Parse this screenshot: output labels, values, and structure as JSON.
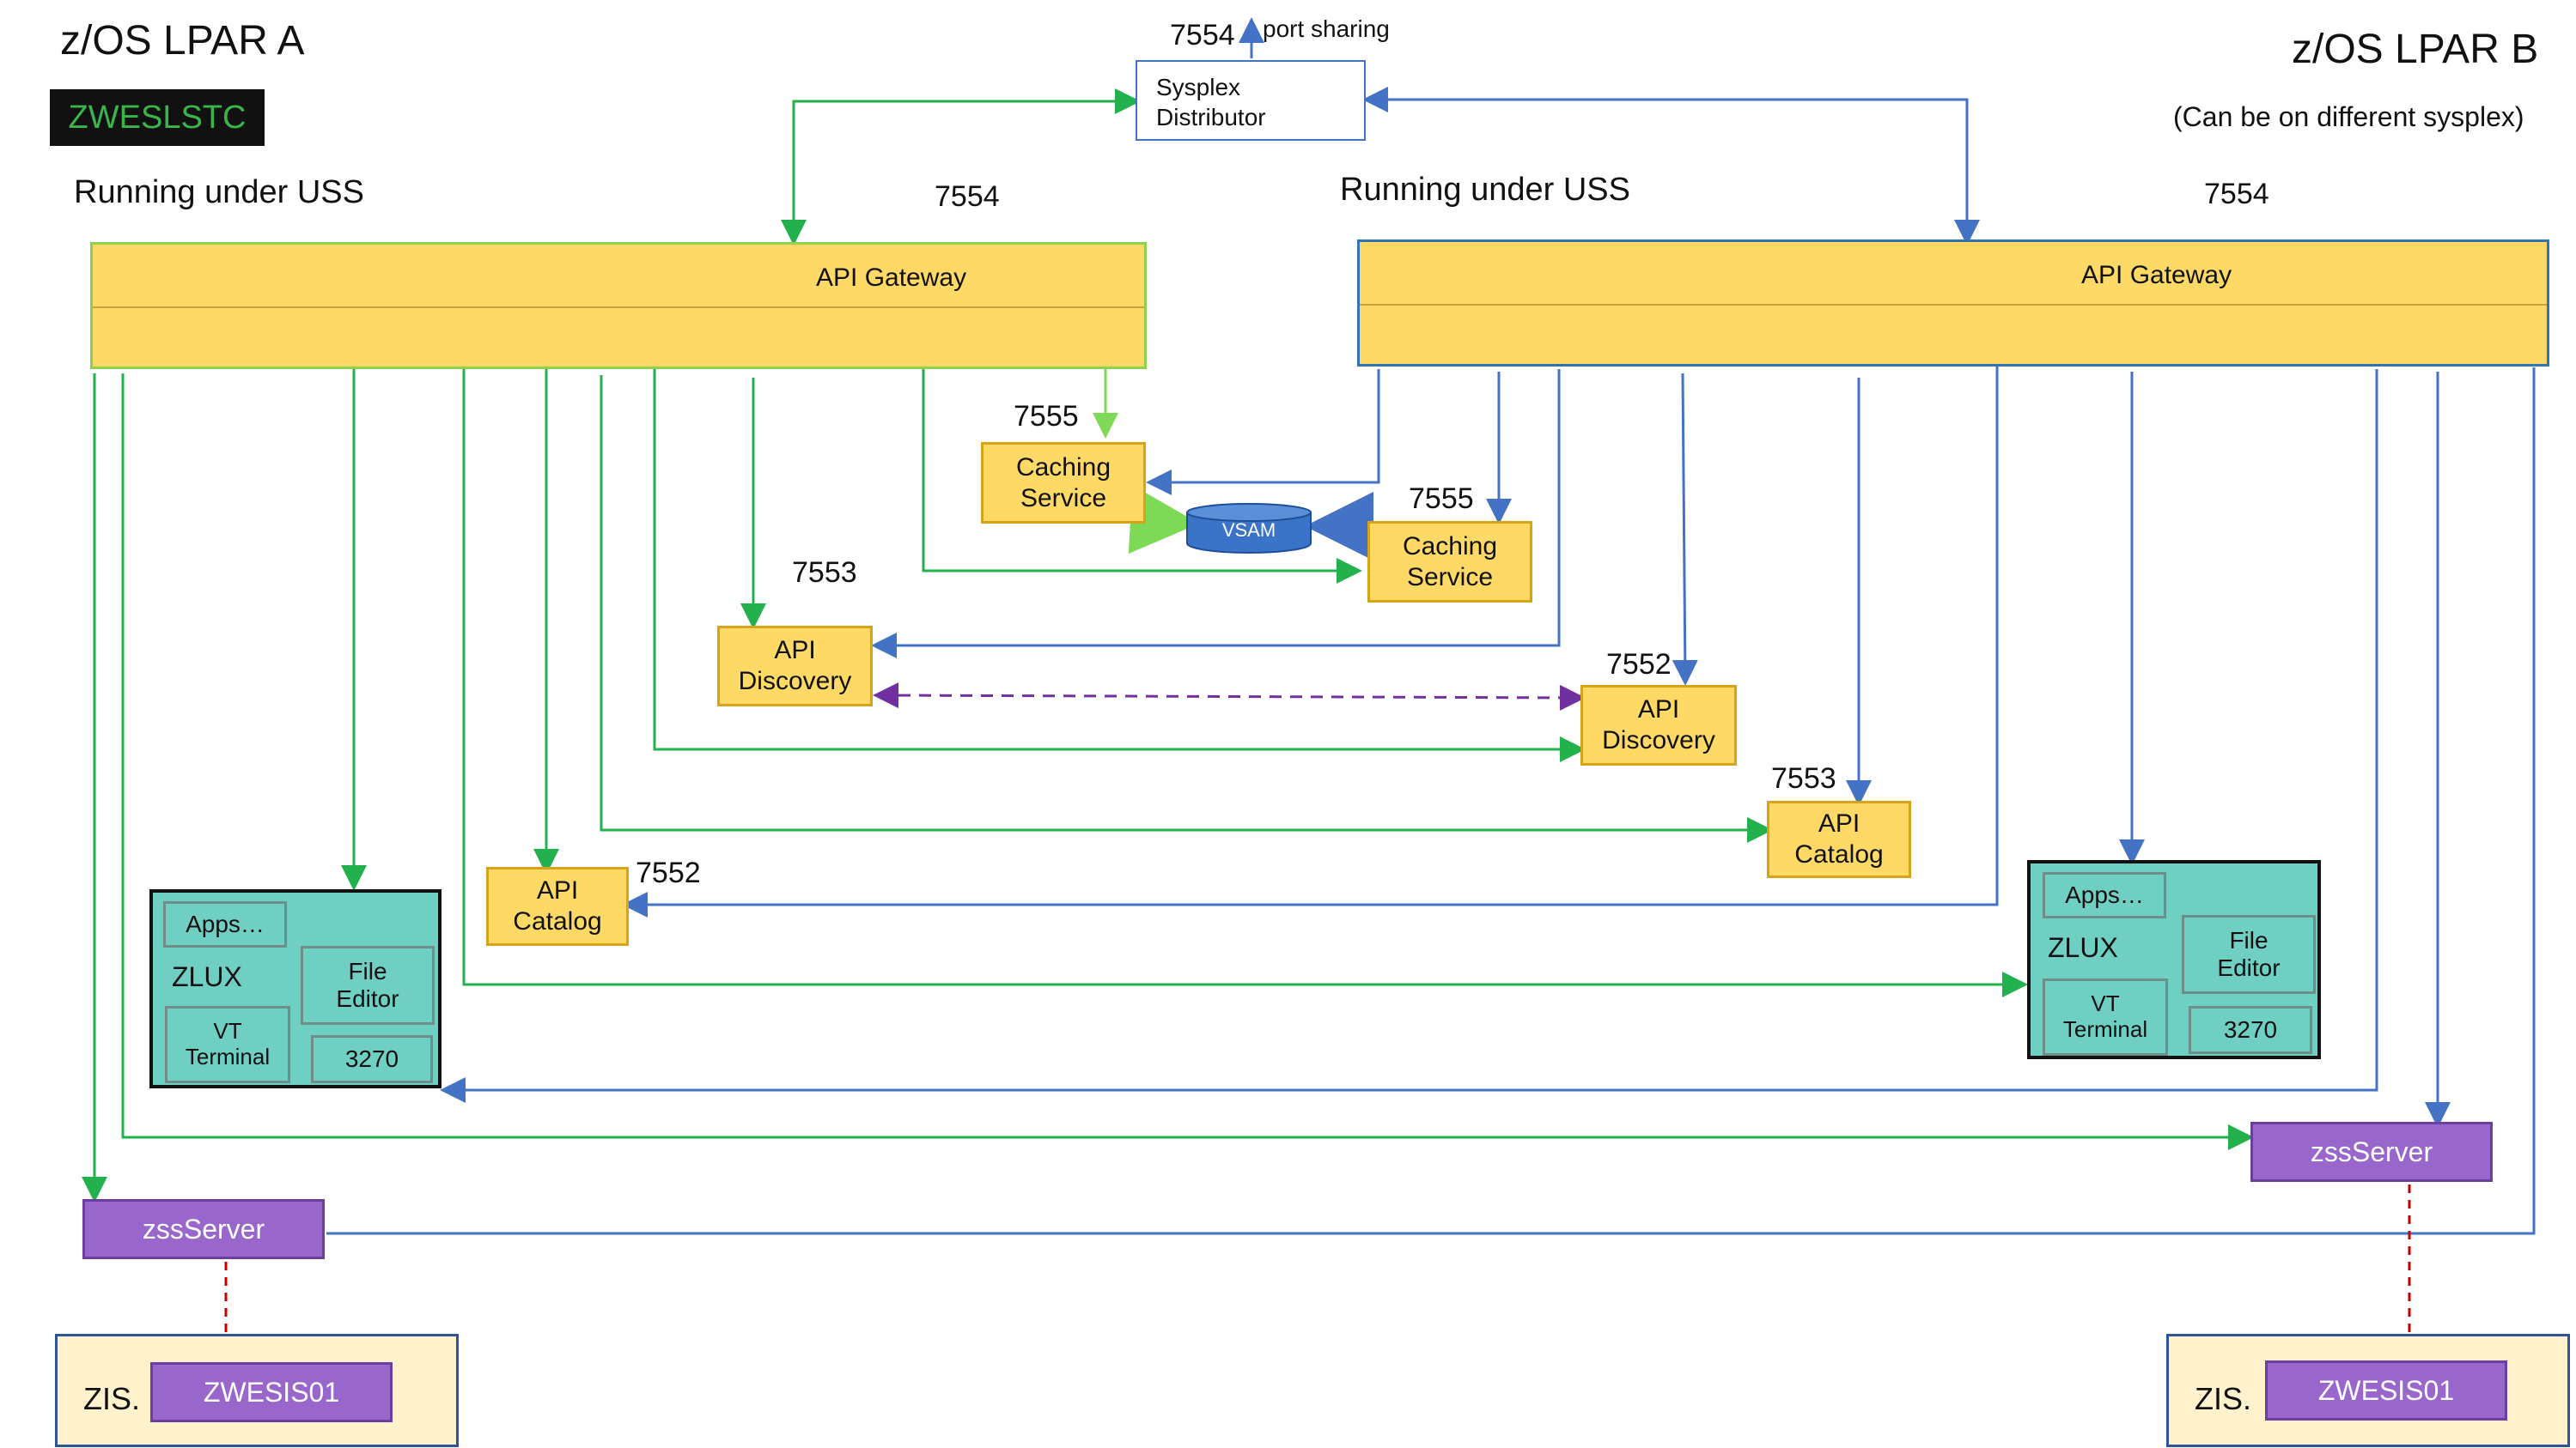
{
  "lpar_a": {
    "title": "z/OS LPAR A",
    "stc_label": "ZWESLSTC",
    "uss_label": "Running under USS",
    "gateway_port": "7554",
    "gateway_label": "API Gateway",
    "caching_port": "7555",
    "caching_label": "Caching\nService",
    "discovery_port": "7553",
    "discovery_label": "API\nDiscovery",
    "catalog_port": "7552",
    "catalog_label": "API\nCatalog",
    "zlux": {
      "apps": "Apps…",
      "name": "ZLUX",
      "file_editor": "File\nEditor",
      "vt_terminal": "VT\nTerminal",
      "t3270": "3270"
    },
    "zss_label": "zssServer",
    "zis_label": "ZIS.",
    "zis_member": "ZWESIS01"
  },
  "lpar_b": {
    "title": "z/OS LPAR B",
    "note": "(Can be on different sysplex)",
    "uss_label": "Running under USS",
    "gateway_port": "7554",
    "gateway_label": "API Gateway",
    "caching_port": "7555",
    "caching_label": "Caching\nService",
    "discovery_port": "7552",
    "discovery_label": "API\nDiscovery",
    "catalog_port": "7553",
    "catalog_label": "API\nCatalog",
    "zlux": {
      "apps": "Apps…",
      "name": "ZLUX",
      "file_editor": "File\nEditor",
      "vt_terminal": "VT\nTerminal",
      "t3270": "3270"
    },
    "zss_label": "zssServer",
    "zis_label": "ZIS.",
    "zis_member": "ZWESIS01"
  },
  "distributor": {
    "port": "7554",
    "port_sharing": "port sharing",
    "label": "Sysplex\nDistributor"
  },
  "vsam_label": "VSAM",
  "colors": {
    "green": "#22b14c",
    "light_green": "#7ed957",
    "blue": "#4472c4",
    "purple_dash": "#7030a0",
    "red_dash": "#c00000"
  }
}
